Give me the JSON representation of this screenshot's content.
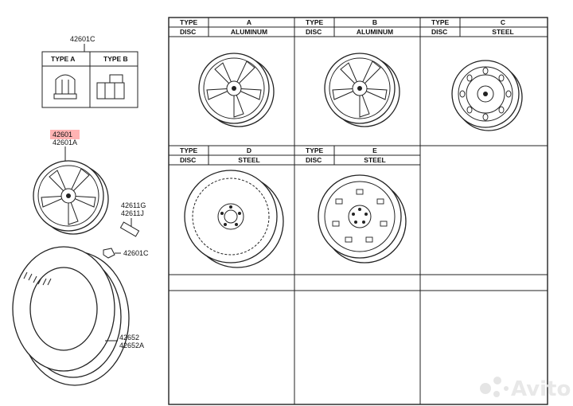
{
  "left": {
    "nut_part": "42601C",
    "nut_type_a": "TYPE  A",
    "nut_type_b": "TYPE  B",
    "wheel_part_1": "42601",
    "wheel_part_2": "42601A",
    "bolt_part_1": "42611G",
    "bolt_part_2": "42611J",
    "nut_part_small": "42601C",
    "tire_part_1": "42652",
    "tire_part_2": "42652A"
  },
  "highlight_color": "#ffb3b3",
  "table": {
    "type_label": "TYPE",
    "disc_label": "DISC",
    "cells": [
      {
        "type": "A",
        "disc": "ALUMINUM"
      },
      {
        "type": "B",
        "disc": "ALUMINUM"
      },
      {
        "type": "C",
        "disc": "STEEL"
      },
      {
        "type": "D",
        "disc": "STEEL"
      },
      {
        "type": "E",
        "disc": "STEEL"
      }
    ]
  },
  "watermark": "Avito"
}
